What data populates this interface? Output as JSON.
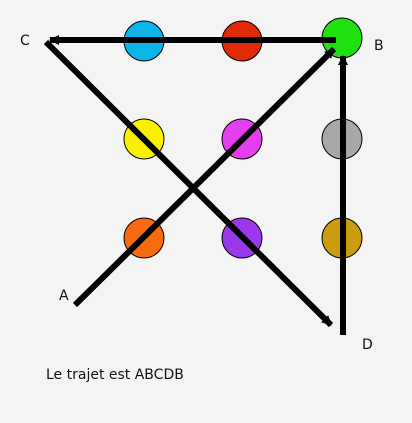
{
  "points": {
    "A": "A",
    "B": "B",
    "C": "C",
    "D": "D"
  },
  "dots": [
    {
      "name": "blue-dot",
      "color": "#0cb4e8"
    },
    {
      "name": "red-dot",
      "color": "#e02a0a"
    },
    {
      "name": "green-dot",
      "color": "#20e010"
    },
    {
      "name": "yellow-dot",
      "color": "#fbf000"
    },
    {
      "name": "magenta-dot",
      "color": "#e43ef0"
    },
    {
      "name": "gray-dot",
      "color": "#a8a8a8"
    },
    {
      "name": "orange-dot",
      "color": "#f86a10"
    },
    {
      "name": "violet-dot",
      "color": "#9a38ec"
    },
    {
      "name": "mustard-dot",
      "color": "#cc9c10"
    }
  ],
  "caption": "Le trajet est ABCDB"
}
